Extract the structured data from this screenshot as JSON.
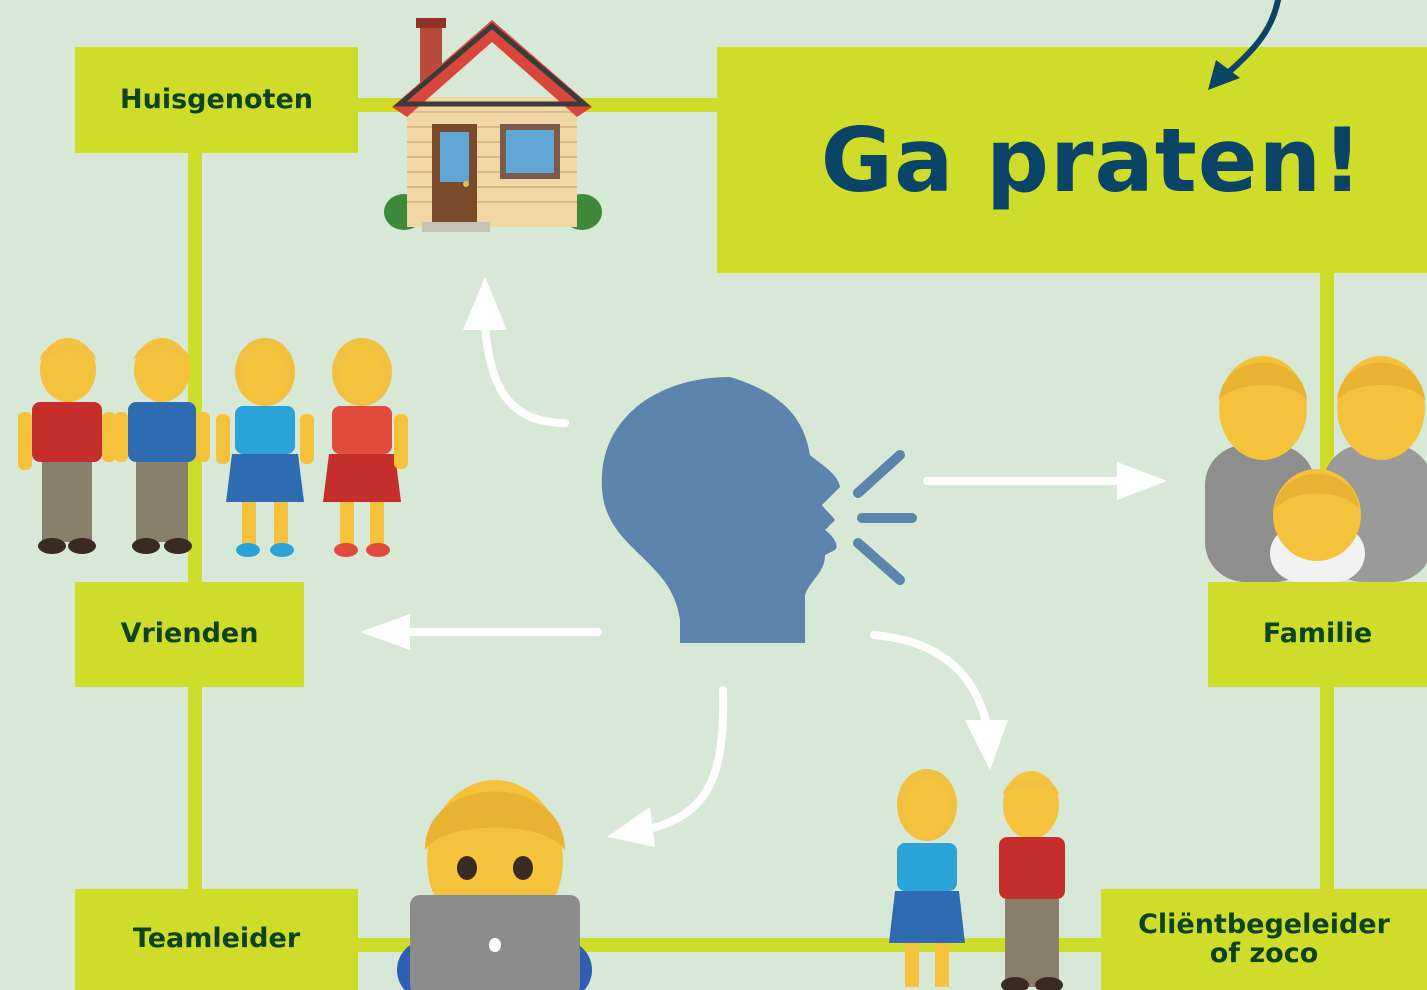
{
  "title": "Ga praten!",
  "nodes": {
    "huisgenoten": "Huisgenoten",
    "vrienden": "Vrienden",
    "teamleider": "Teamleider",
    "familie": "Familie",
    "clientbegeleider_line1": "Cliëntbegeleider",
    "clientbegeleider_line2": "of zoco"
  },
  "icons": [
    "house-icon",
    "speaking-head-icon",
    "friends-group-icon",
    "family-icon",
    "laptop-person-icon",
    "couple-icon"
  ],
  "colors": {
    "background": "#d7e8d6",
    "box": "#cfdc2a",
    "label_text": "#0d4420",
    "title_text": "#0a4466",
    "head": "#5d84ad",
    "arrow": "#ffffff"
  }
}
